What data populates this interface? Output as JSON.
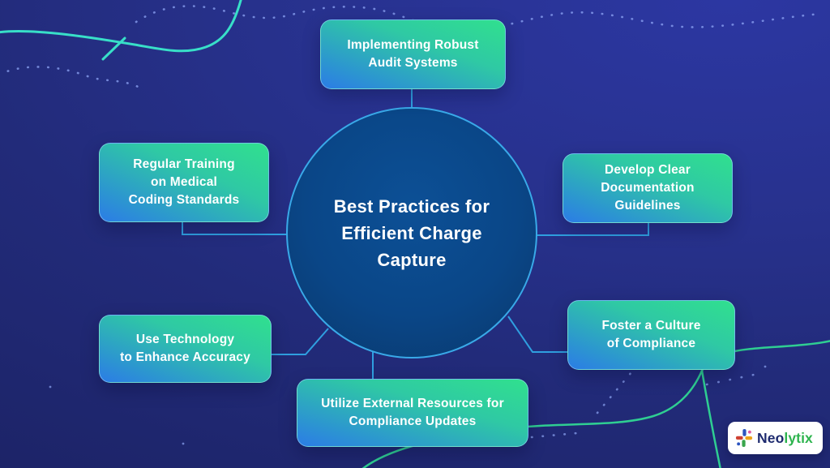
{
  "center": {
    "label": "Best Practices for\nEfficient Charge\nCapture"
  },
  "nodes": {
    "top": {
      "label": "Implementing Robust\nAudit Systems"
    },
    "left_upper": {
      "label": "Regular Training\non Medical\nCoding Standards"
    },
    "right_upper": {
      "label": "Develop Clear\nDocumentation\nGuidelines"
    },
    "left_lower": {
      "label": "Use Technology\nto Enhance Accuracy"
    },
    "right_lower": {
      "label": "Foster a Culture\nof Compliance"
    },
    "bottom": {
      "label": "Utilize External Resources for\nCompliance Updates"
    }
  },
  "logo": {
    "text_primary": "Neo",
    "text_secondary": "lytix"
  },
  "icons": {
    "logo_mark": "neolytix-pinwheel-icon"
  },
  "colors": {
    "background_top_right": "#2c37a2",
    "background_bottom_left": "#1c2366",
    "node_gradient_start": "#2b7ce6",
    "node_gradient_end": "#30e08e",
    "circle_fill": "#0a4687",
    "circle_border": "#39a9e8",
    "connector": "#2f9fe0",
    "decor_teal": "#38dfc8",
    "decor_green": "#2fce92",
    "decor_dots": "#8fa6f5",
    "text": "#ffffff",
    "logo_neo": "#1d2a6e",
    "logo_lytix": "#2eb44e"
  }
}
